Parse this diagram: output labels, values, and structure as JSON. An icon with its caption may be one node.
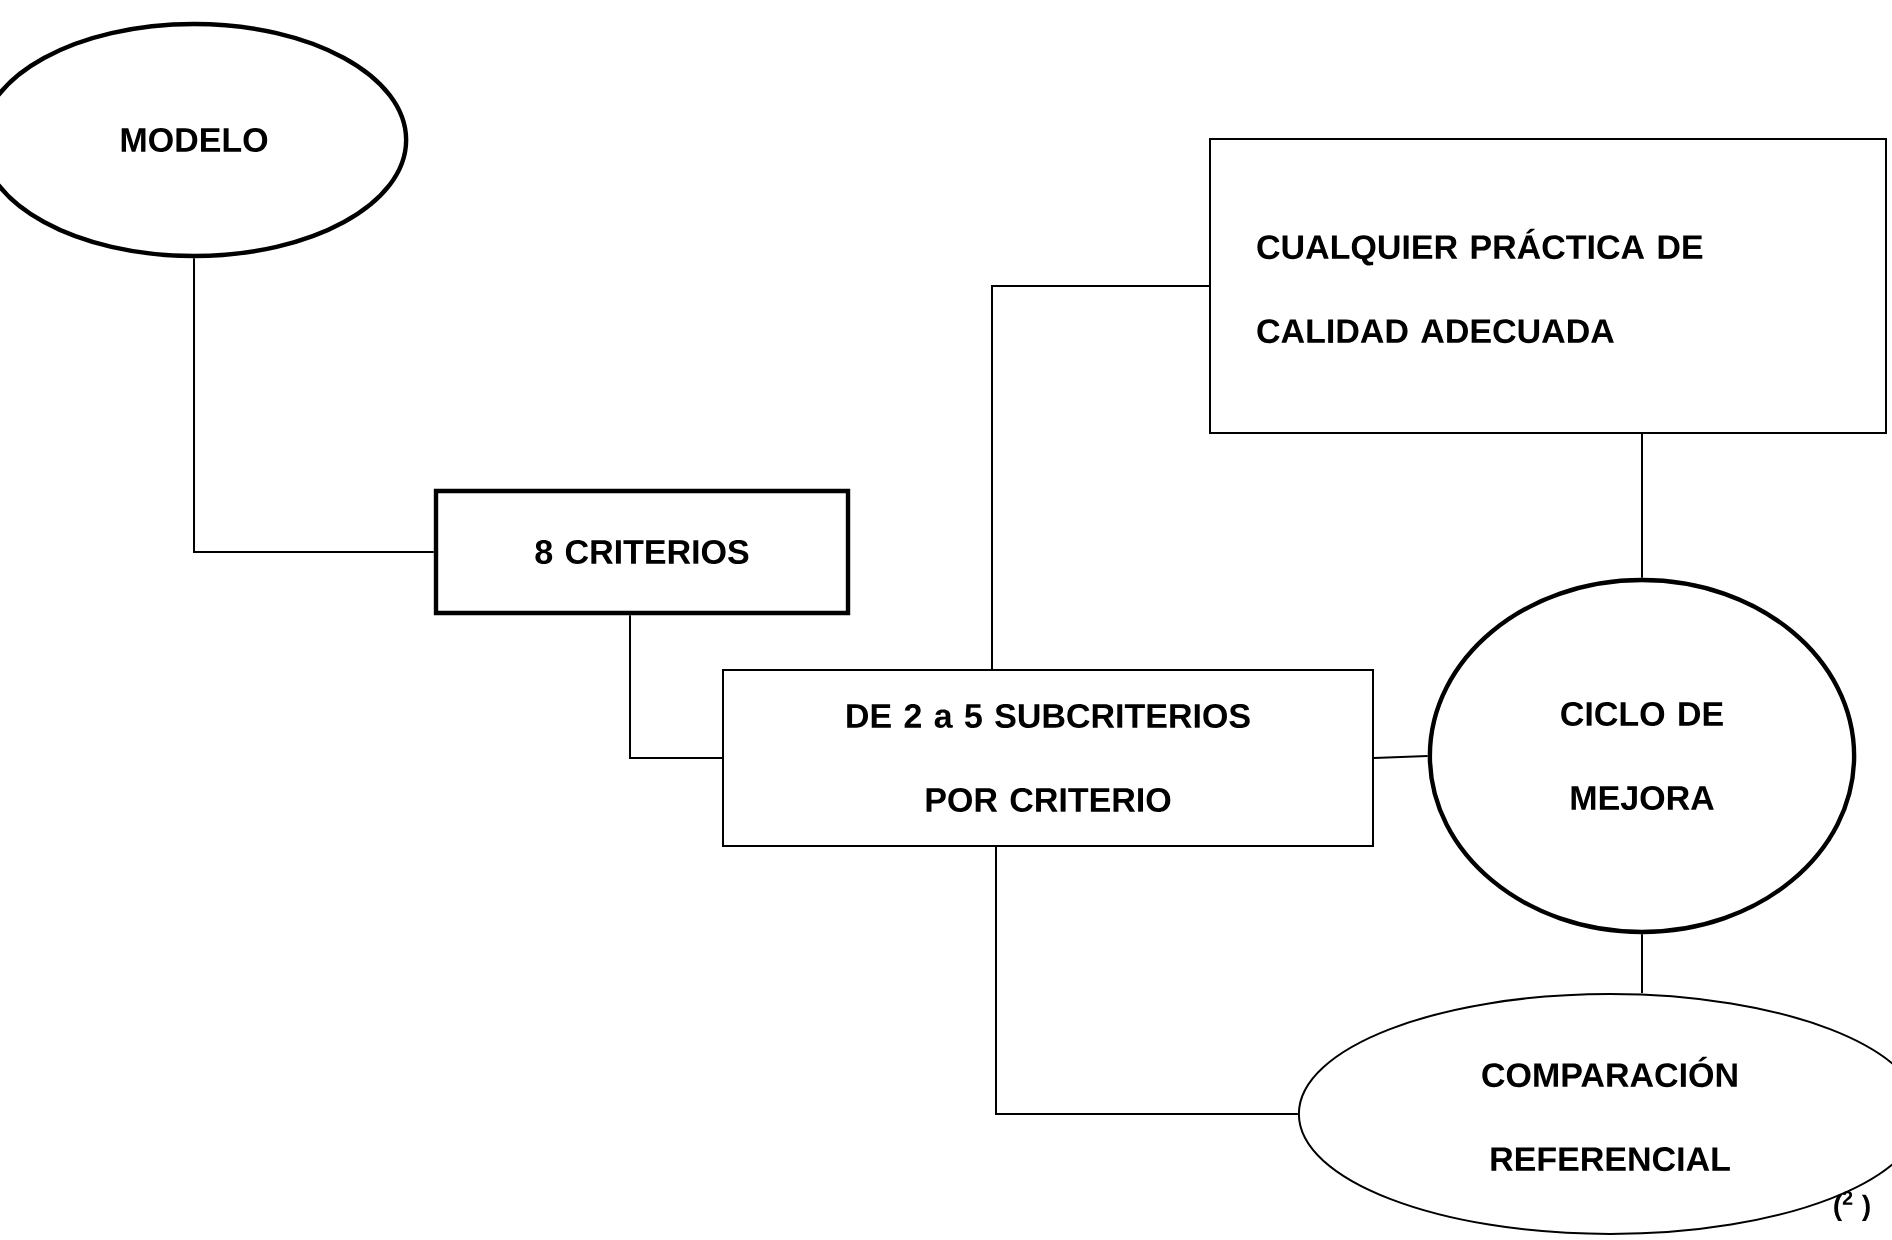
{
  "diagram": {
    "nodes": [
      {
        "text": [
          "MODELO"
        ]
      },
      {
        "text": [
          "8 CRITERIOS"
        ]
      },
      {
        "text": [
          "DE 2 a 5 SUBCRITERIOS POR CRITERIO"
        ]
      },
      {
        "text": [
          "CUALQUIER PRÁCTICA DE CALIDAD ADECUADA"
        ]
      },
      {
        "text": [
          "CICLO DE MEJORA"
        ]
      },
      {
        "text": [
          "COMPARACIÓN REFERENCIAL"
        ]
      }
    ],
    "edges": [
      {
        "from": 0,
        "to": 1,
        "arrow": "none"
      },
      {
        "from": 1,
        "to": 2,
        "arrow": "none"
      },
      {
        "from": 2,
        "to": 3,
        "arrow": "none"
      },
      {
        "from": 3,
        "to": 4,
        "arrow": "none"
      },
      {
        "from": 2,
        "to": 4,
        "arrow": "none"
      },
      {
        "from": 4,
        "to": 5,
        "arrow": "none"
      },
      {
        "from": 2,
        "to": 5,
        "arrow": "none"
      }
    ],
    "labels": [
      "($^{2}$ )"
    ]
  }
}
